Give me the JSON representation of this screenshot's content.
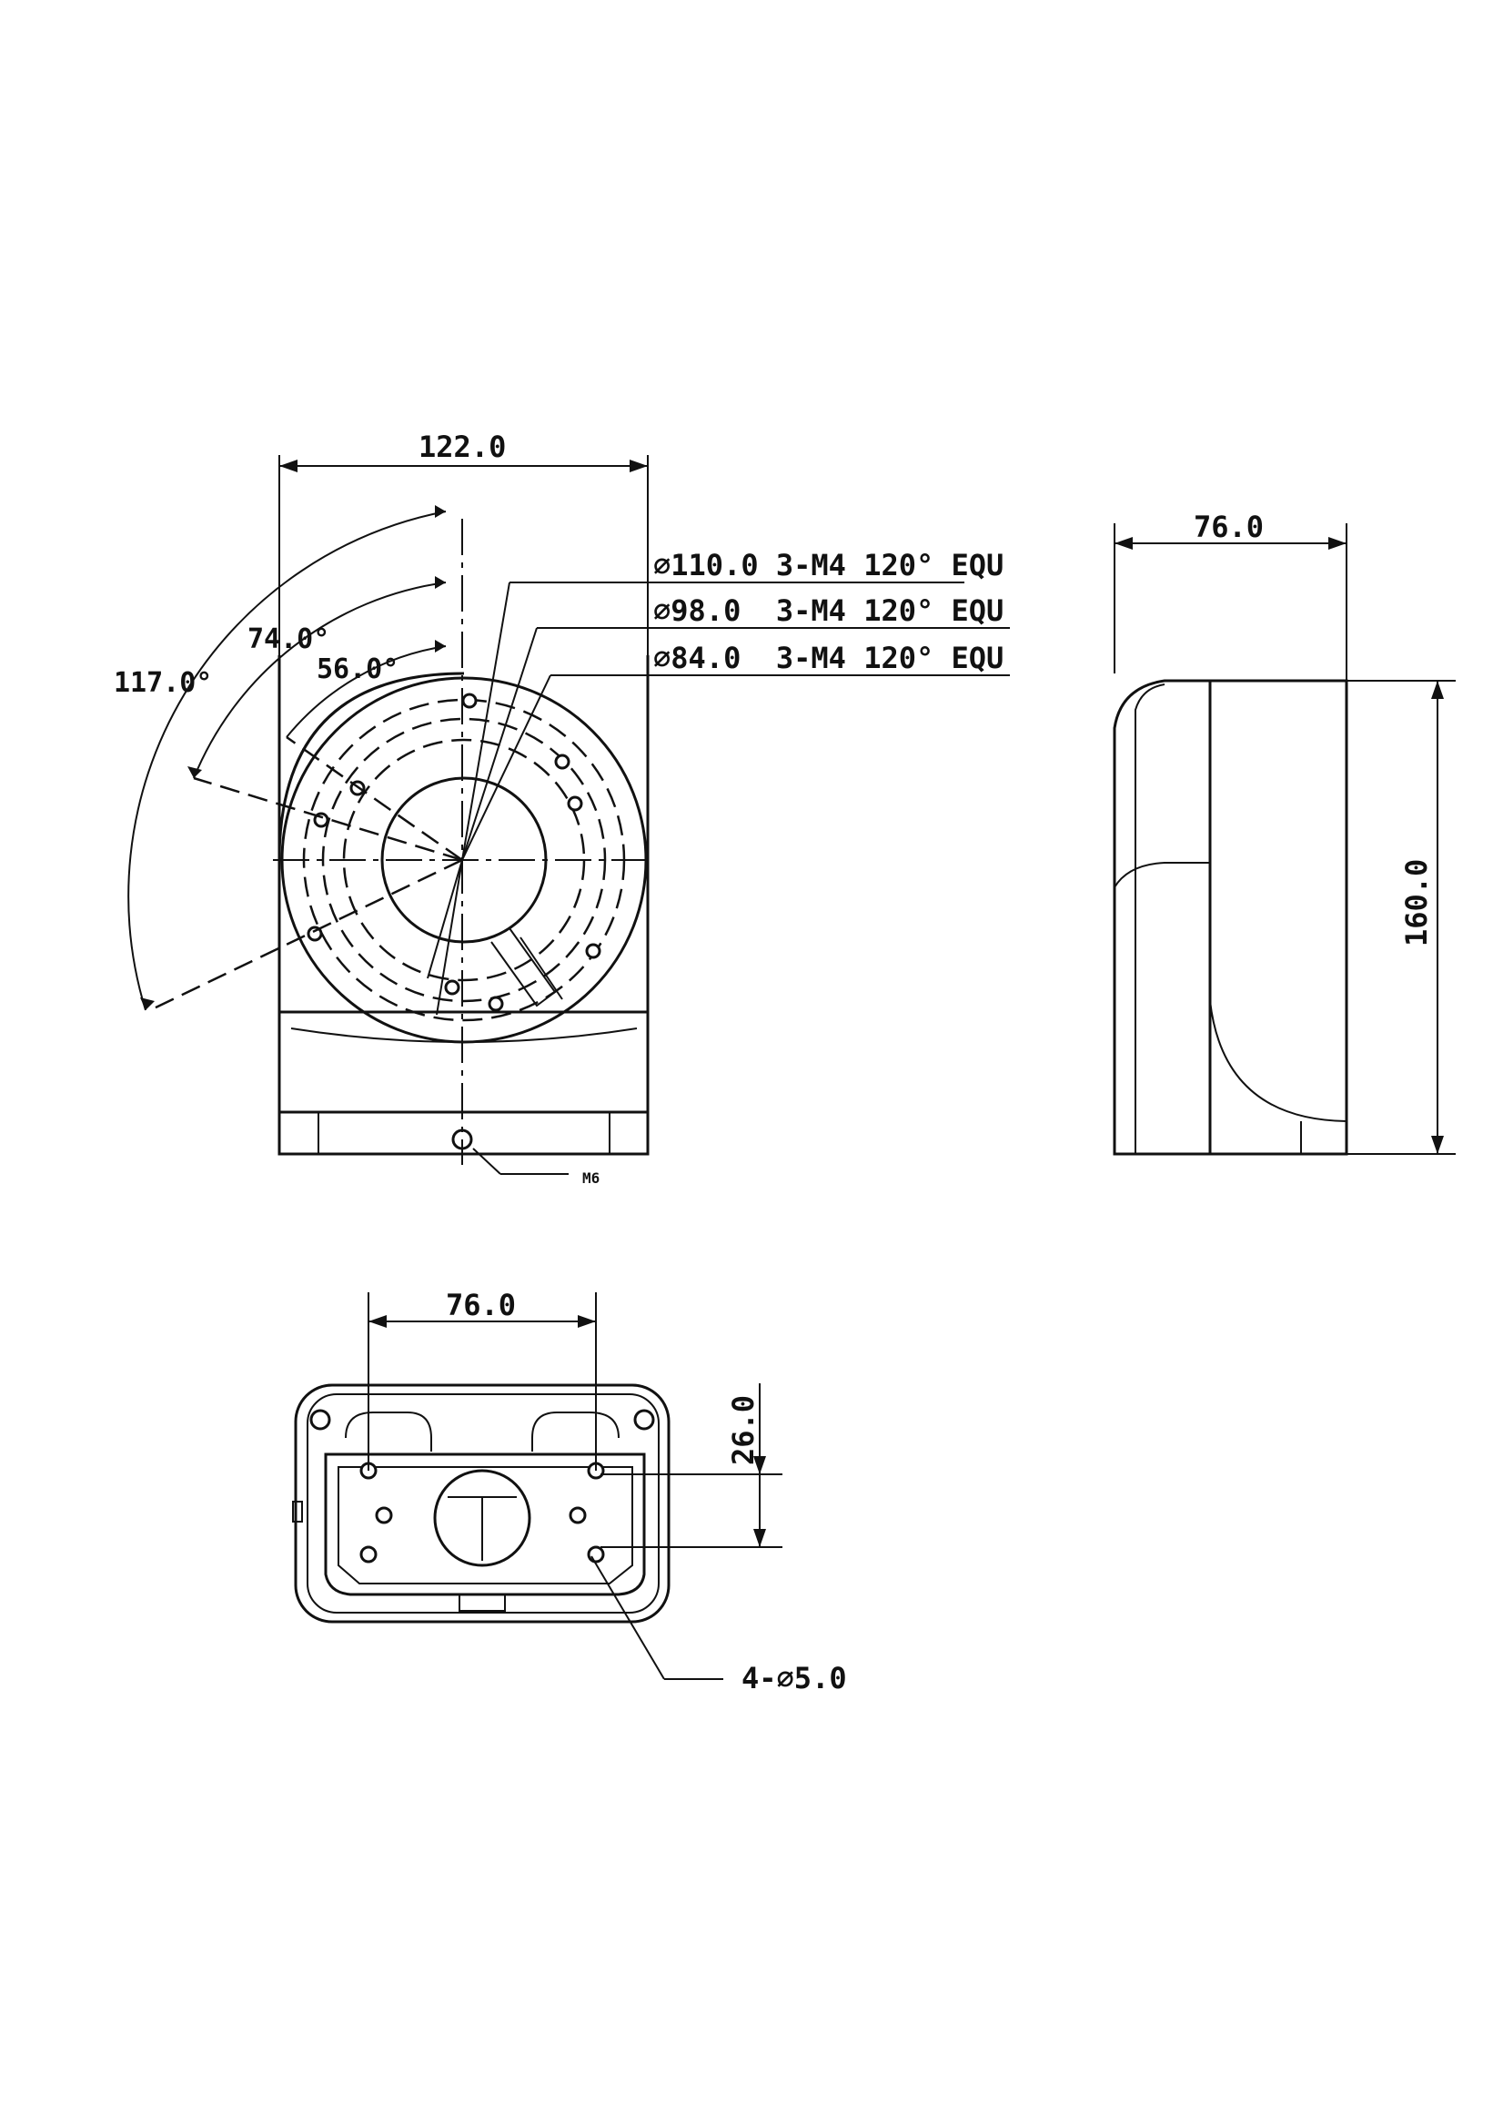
{
  "front_view": {
    "width_dim": "122.0",
    "angles": [
      "117.0°",
      "74.0°",
      "56.0°"
    ],
    "callouts": [
      "∅110.0 3-M4 120° EQU",
      "∅98.0  3-M4 120° EQU",
      "∅84.0  3-M4 120° EQU"
    ],
    "bottom_thread": "M6"
  },
  "side_view": {
    "depth_dim": "76.0",
    "height_dim": "160.0"
  },
  "bottom_view": {
    "hole_spacing_dim": "76.0",
    "offset_dim": "26.0",
    "holes_callout": "4-∅5.0"
  },
  "colors": {
    "line": "#111111",
    "background": "#ffffff"
  }
}
